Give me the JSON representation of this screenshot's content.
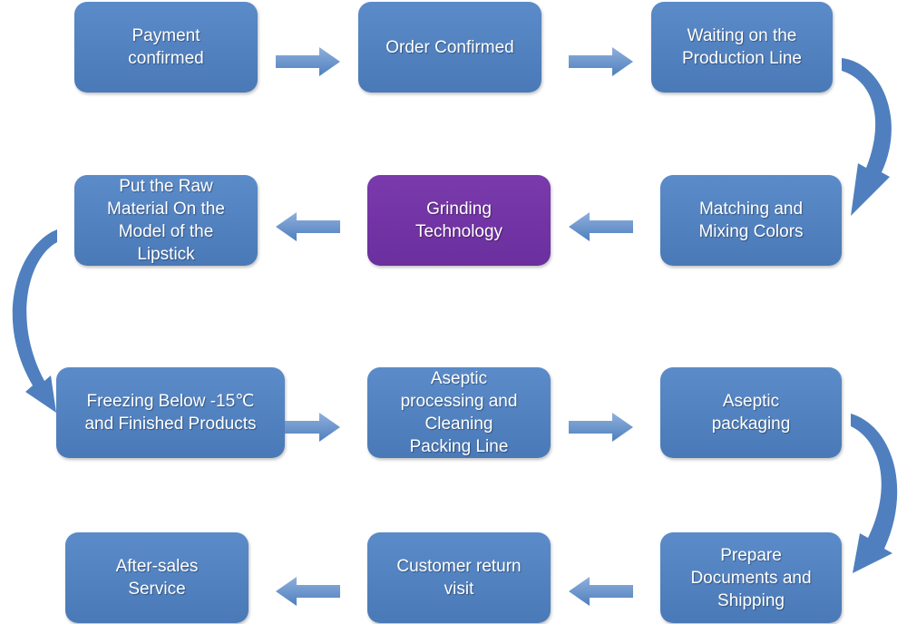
{
  "steps": [
    {
      "label": "Payment\nconfirmed"
    },
    {
      "label": "Order Confirmed"
    },
    {
      "label": "Waiting on the\nProduction Line"
    },
    {
      "label": "Put the Raw\nMaterial On the\nModel of the\nLipstick"
    },
    {
      "label": "Grinding\nTechnology"
    },
    {
      "label": "Matching and\nMixing Colors"
    },
    {
      "label": "Freezing Below -15℃\nand Finished Products"
    },
    {
      "label": "Aseptic\nprocessing and\nCleaning\nPacking Line"
    },
    {
      "label": "Aseptic\npackaging"
    },
    {
      "label": "After-sales\nService"
    },
    {
      "label": "Customer return\nvisit"
    },
    {
      "label": "Prepare\nDocuments and\nShipping"
    }
  ],
  "colors": {
    "box": "#4f7fbe",
    "highlight": "#6f309f",
    "arrow": "#4f7fbe"
  }
}
